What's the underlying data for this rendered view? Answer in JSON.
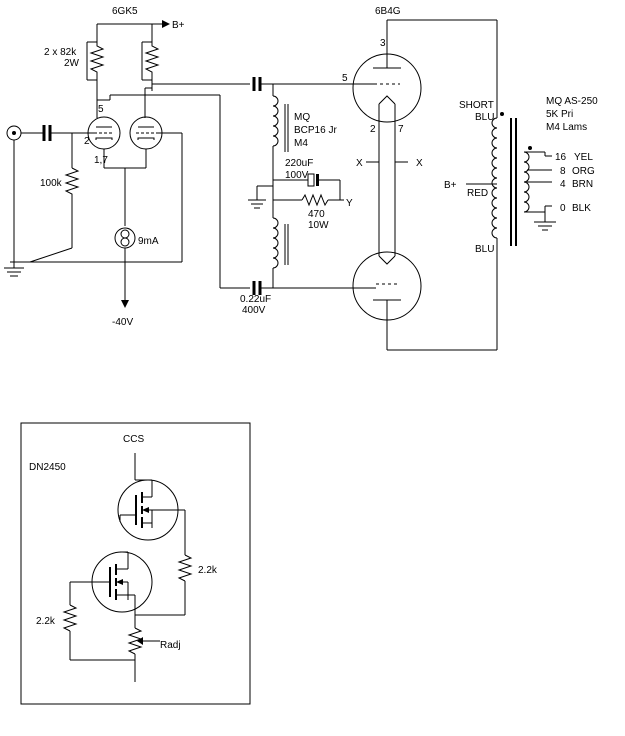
{
  "labels": {
    "tube_6gk5": "6GK5",
    "bplus_top": "B+",
    "res_2x82k_a": "2 x 82k",
    "res_2x82k_b": "2W",
    "pin5_left": "5",
    "pin2_left": "2",
    "pin17": "1,7",
    "res_100k": "100k",
    "ccs_9ma": "9mA",
    "neg40v": "-40V",
    "tube_6b4g": "6B4G",
    "pin3": "3",
    "pin5_right": "5",
    "pin2_right": "2",
    "pin7": "7",
    "x_left": "X",
    "x_right": "X",
    "choke_a": "MQ",
    "choke_b": "BCP16 Jr",
    "choke_c": "M4",
    "cap_220_a": "220uF",
    "cap_220_b": "100V",
    "res_470_a": "470",
    "res_470_b": "10W",
    "y_label": "Y",
    "cap_022_a": "0.22uF",
    "cap_022_b": "400V",
    "short_label": "SHORT",
    "blu_top": "BLU",
    "bplus_red": "B+",
    "red_label": "RED",
    "blu_bottom": "BLU",
    "xfmr_a": "MQ AS-250",
    "xfmr_b": "5K Pri",
    "xfmr_c": "M4 Lams",
    "tap16": "16",
    "tap16_color": "YEL",
    "tap8": "8",
    "tap8_color": "ORG",
    "tap4": "4",
    "tap4_color": "BRN",
    "tap0": "0",
    "tap0_color": "BLK",
    "ccs_title": "CCS",
    "dn2450": "DN2450",
    "res_22k_right": "2.2k",
    "res_22k_left": "2.2k",
    "radj": "Radj"
  }
}
